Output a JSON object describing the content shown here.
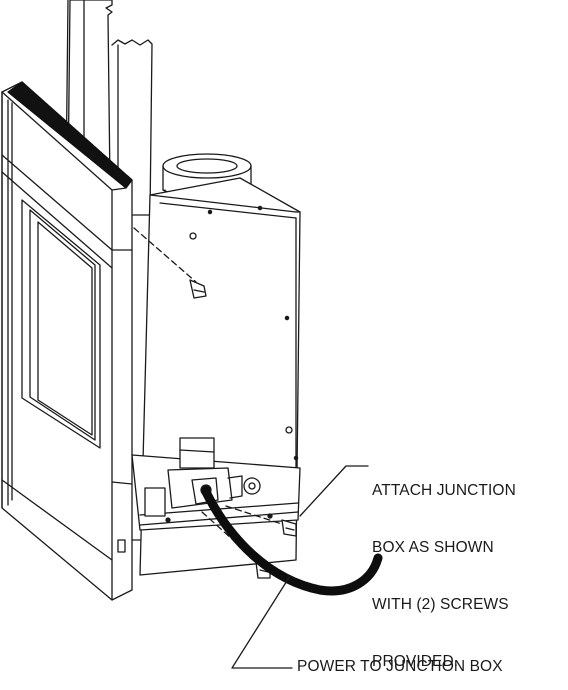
{
  "callouts": {
    "junction_box": {
      "lines": [
        "ATTACH JUNCTION",
        "BOX AS SHOWN",
        "WITH (2) SCREWS",
        "PROVIDED."
      ]
    },
    "power": {
      "text": "POWER TO JUNCTION BOX"
    }
  },
  "colors": {
    "ink": "#1a1a1a",
    "panel_fill": "#ffffff",
    "trim_dark": "#111111",
    "cable": "#0d0d0d"
  }
}
